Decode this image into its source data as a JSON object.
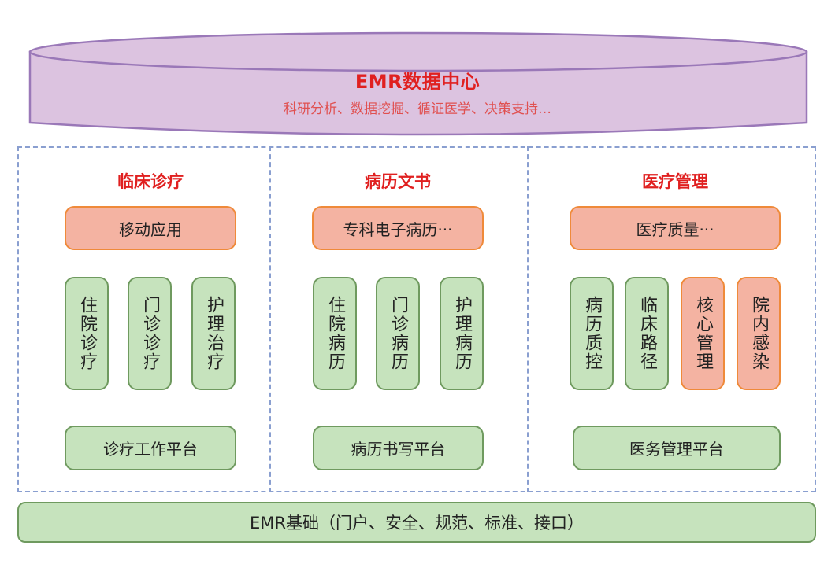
{
  "data_center": {
    "title": "EMR数据中心",
    "subtitle": "科研分析、数据挖掘、循证医学、决策支持…"
  },
  "columns": [
    {
      "title": "临床诊疗",
      "top_box": "移动应用",
      "modules": [
        {
          "label": "住院诊疗",
          "style": "green"
        },
        {
          "label": "门诊诊疗",
          "style": "green"
        },
        {
          "label": "护理治疗",
          "style": "green"
        }
      ],
      "platform": "诊疗工作平台"
    },
    {
      "title": "病历文书",
      "top_box": "专科电子病历···",
      "modules": [
        {
          "label": "住院病历",
          "style": "green"
        },
        {
          "label": "门诊病历",
          "style": "green"
        },
        {
          "label": "护理病历",
          "style": "green"
        }
      ],
      "platform": "病历书写平台"
    },
    {
      "title": "医疗管理",
      "top_box": "医疗质量···",
      "modules": [
        {
          "label": "病历质控",
          "style": "green"
        },
        {
          "label": "临床路径",
          "style": "green"
        },
        {
          "label": "核心管理",
          "style": "orange"
        },
        {
          "label": "院内感染",
          "style": "orange"
        }
      ],
      "platform": "医务管理平台"
    }
  ],
  "base": "EMR基础（门户、安全、规范、标准、接口）",
  "colors": {
    "title_red": "#e02020",
    "cylinder_fill": "#dcc3e0",
    "cylinder_stroke": "#9a78b8",
    "orange_fill": "#f4b3a2",
    "orange_stroke": "#ef8a3a",
    "green_fill": "#c6e3bd",
    "green_stroke": "#6f9a5f",
    "dash": "#8a9fd0"
  }
}
